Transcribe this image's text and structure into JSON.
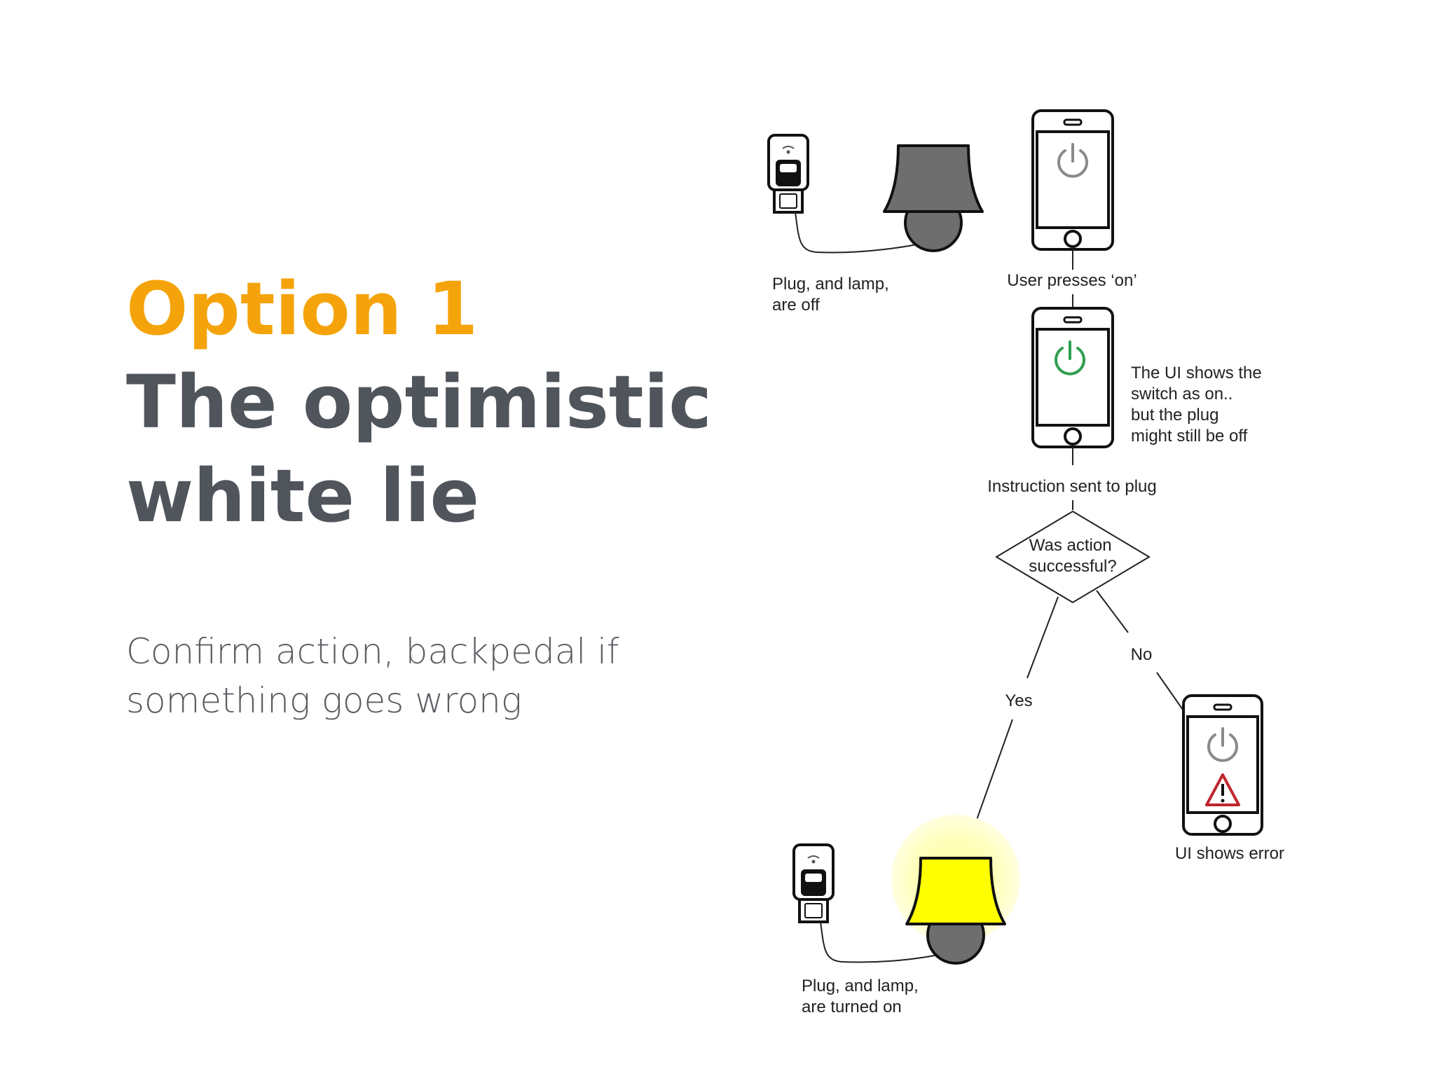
{
  "title": {
    "option": "Option 1",
    "main": "The optimistic white lie"
  },
  "subtitle": "Confirm action, backpedal if something goes wrong",
  "diagram": {
    "start_state": [
      "Plug, and lamp,",
      "are off"
    ],
    "user_action": "User presses ‘on’",
    "ui_note": [
      "The UI shows the",
      "switch as on..",
      "but the plug",
      "might still be off"
    ],
    "instruction": "Instruction sent to plug",
    "decision": [
      "Was action",
      "successful?"
    ],
    "yes_label": "Yes",
    "no_label": "No",
    "error_state": "UI shows error",
    "success_state": [
      "Plug, and lamp,",
      "are turned on"
    ]
  },
  "colors": {
    "accent": "#f5a30a",
    "title_gray": "#50545b",
    "power_on_green": "#2e9e4f",
    "power_off_gray": "#8a8a8a",
    "warning_red": "#c0262d",
    "lamp_on_yellow": "#ffff00",
    "lamp_off_gray": "#6e6e6e"
  },
  "icons": [
    "smart-plug-icon",
    "lamp-icon",
    "phone-icon",
    "power-icon",
    "warning-icon"
  ]
}
